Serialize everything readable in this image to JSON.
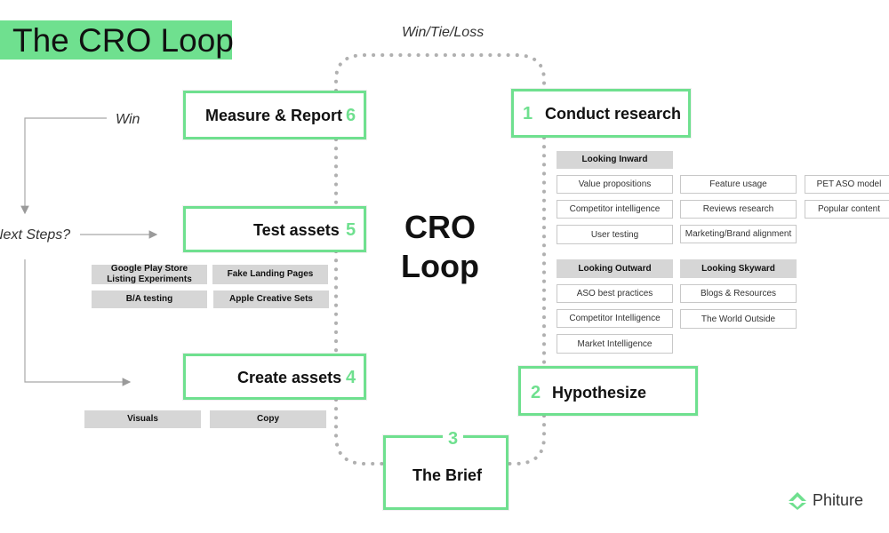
{
  "title": "The CRO Loop",
  "loop_label": "Win/Tie/Loss",
  "center": {
    "line1": "CRO",
    "line2": "Loop"
  },
  "side": {
    "win": "Win",
    "next_steps": "Next Steps?"
  },
  "steps": {
    "research": {
      "num": "1",
      "label": "Conduct research"
    },
    "hypothesize": {
      "num": "2",
      "label": "Hypothesize"
    },
    "brief": {
      "num": "3",
      "label": "The Brief"
    },
    "create": {
      "num": "4",
      "label": "Create assets"
    },
    "test": {
      "num": "5",
      "label": "Test assets"
    },
    "measure": {
      "num": "6",
      "label": "Measure & Report"
    }
  },
  "research": {
    "inward_header": "Looking Inward",
    "inward_col1": [
      "Value propositions",
      "Competitor intelligence",
      "User testing"
    ],
    "inward_col2": [
      "Feature usage",
      "Reviews research",
      "Marketing/Brand alignment"
    ],
    "inward_col3": [
      "PET ASO model",
      "Popular content"
    ],
    "outward_header": "Looking Outward",
    "outward_items": [
      "ASO best practices",
      "Competitor Intelligence",
      "Market Intelligence"
    ],
    "skyward_header": "Looking Skyward",
    "skyward_items": [
      "Blogs & Resources",
      "The World Outside"
    ]
  },
  "test_tags": {
    "gps_line1": "Google Play Store",
    "gps_line2": "Listing Experiments",
    "fake_landing": "Fake Landing Pages",
    "ba_testing": "B/A testing",
    "apple_sets": "Apple Creative Sets"
  },
  "create_tags": {
    "visuals": "Visuals",
    "copy": "Copy"
  },
  "brand": {
    "name": "Phiture",
    "accent": "#6fe08f"
  }
}
